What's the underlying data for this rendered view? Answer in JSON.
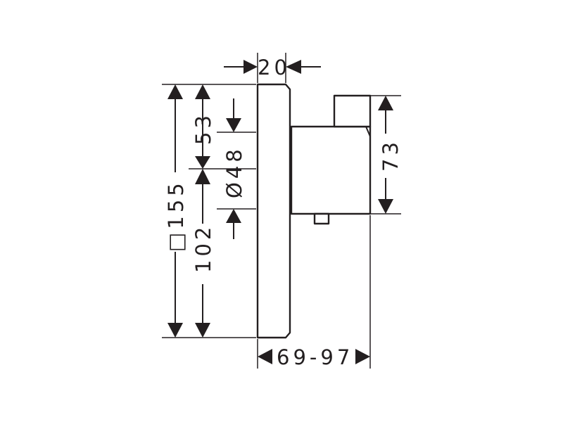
{
  "dimensions": {
    "depth_plate": "20",
    "square_size": "□155",
    "total_height": "102",
    "upper_offset": "53",
    "bore_diameter": "Ø48",
    "body_height": "73",
    "install_depth": "69-97"
  }
}
